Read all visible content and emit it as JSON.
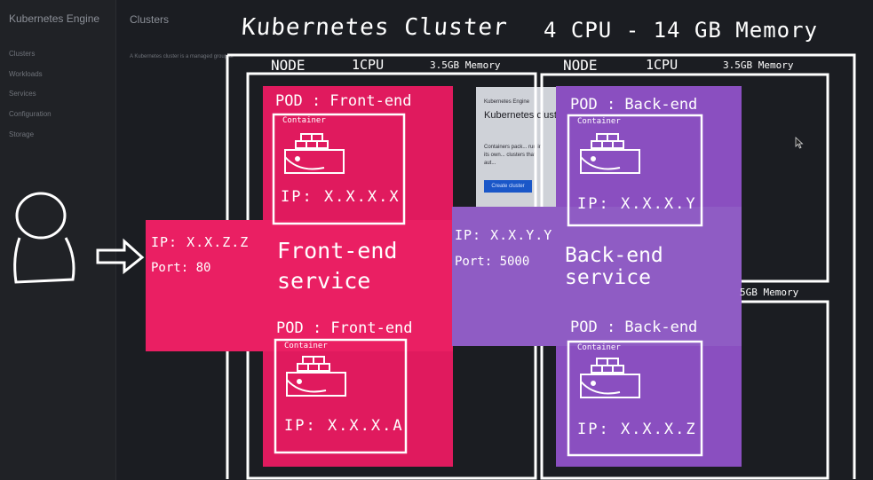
{
  "console": {
    "brand": "Kubernetes Engine",
    "nav": [
      "Clusters",
      "Workloads",
      "Services",
      "Configuration",
      "Storage"
    ],
    "page_title": "Clusters",
    "description": "A Kubernetes cluster is a managed group of",
    "panel_subtitle": "Kubernetes Engine",
    "panel_heading": "Kubernetes clusters",
    "panel_body": "Containers pack... run in its own... clusters that aut...",
    "create_button": "Create cluster"
  },
  "diagram": {
    "cluster_title": "Kubernetes Cluster",
    "cluster_spec": "4 CPU  -  14 GB Memory",
    "nodes": [
      {
        "label": "NODE",
        "cpu": "1CPU",
        "memory": "3.5GB Memory"
      },
      {
        "label": "NODE",
        "cpu": "1CPU",
        "memory": "3.5GB Memory"
      },
      {
        "memory": "5GB Memory"
      }
    ],
    "pods": [
      {
        "title": "POD : Front-end",
        "container": "Container",
        "ip": "IP: X.X.X.X"
      },
      {
        "title": "POD : Front-end",
        "container": "Container",
        "ip": "IP: X.X.X.A"
      },
      {
        "title": "POD : Back-end",
        "container": "Container",
        "ip": "IP: X.X.X.Y"
      },
      {
        "title": "POD : Back-end",
        "container": "Container",
        "ip": "IP: X.X.X.Z"
      }
    ],
    "front_service": {
      "ip": "IP: X.X.Z.Z",
      "port": "Port: 80",
      "name": "Front-end service"
    },
    "back_service": {
      "ip": "IP: X.X.Y.Y",
      "port": "Port: 5000",
      "name": "Back-end service"
    },
    "colors": {
      "front": "#ea1f63",
      "front_pod": "#e01a5e",
      "back": "#8f5cc4",
      "back_pod": "#8a4fc0",
      "line": "#ffffff"
    }
  }
}
